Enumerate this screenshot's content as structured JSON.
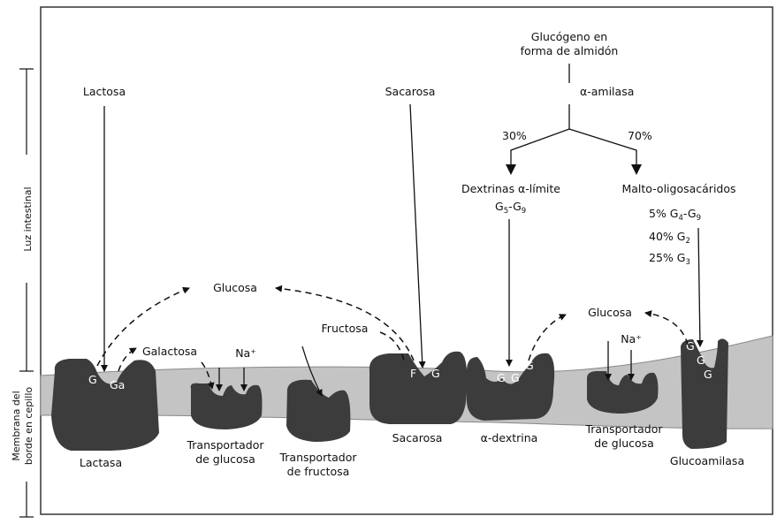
{
  "side_labels": {
    "lumen": "Luz intestinal",
    "membrane_line1": "Membrana del",
    "membrane_line2": "borde en cepillo"
  },
  "substrates": {
    "lactose": "Lactosa",
    "sucrose": "Sacarosa",
    "glycogen_line1": "Glucógeno en",
    "glycogen_line2": "forma de almidón",
    "amylase": "α-amilasa",
    "pct_left": "30%",
    "pct_right": "70%",
    "dextrins_title": "Dextrinas α-límite",
    "dextrins_range": {
      "base": "G",
      "sub": "5",
      "dash": "-G",
      "sub2": "9"
    },
    "malto_title": "Malto-oligosacáridos",
    "malto_items": [
      {
        "pct": "5% G",
        "sub": "4",
        "dash": "-G",
        "sub2": "9"
      },
      {
        "pct": "40% G",
        "sub": "2"
      },
      {
        "pct": "25% G",
        "sub": "3"
      }
    ]
  },
  "products": {
    "glucose_1": "Glucosa",
    "glucose_2": "Glucosa",
    "galactose": "Galactosa",
    "fructose": "Fructosa",
    "na_1": "Na⁺",
    "na_2": "Na⁺"
  },
  "site_letters": {
    "g": "G",
    "ga": "Ga",
    "f": "F"
  },
  "enzymes": [
    {
      "line1": "Lactasa",
      "line2": ""
    },
    {
      "line1": "Transportador",
      "line2": "de glucosa"
    },
    {
      "line1": "Transportador",
      "line2": "de fructosa"
    },
    {
      "line1": "Sacarosa",
      "line2": ""
    },
    {
      "line1": "α-dextrina",
      "line2": ""
    },
    {
      "line1": "Transportador",
      "line2": "de glucosa"
    },
    {
      "line1": "Glucoamilasa",
      "line2": ""
    }
  ],
  "colors": {
    "membrane_light": "#c4c4c4",
    "protein_dark": "#3c3c3c",
    "line": "#111111"
  }
}
